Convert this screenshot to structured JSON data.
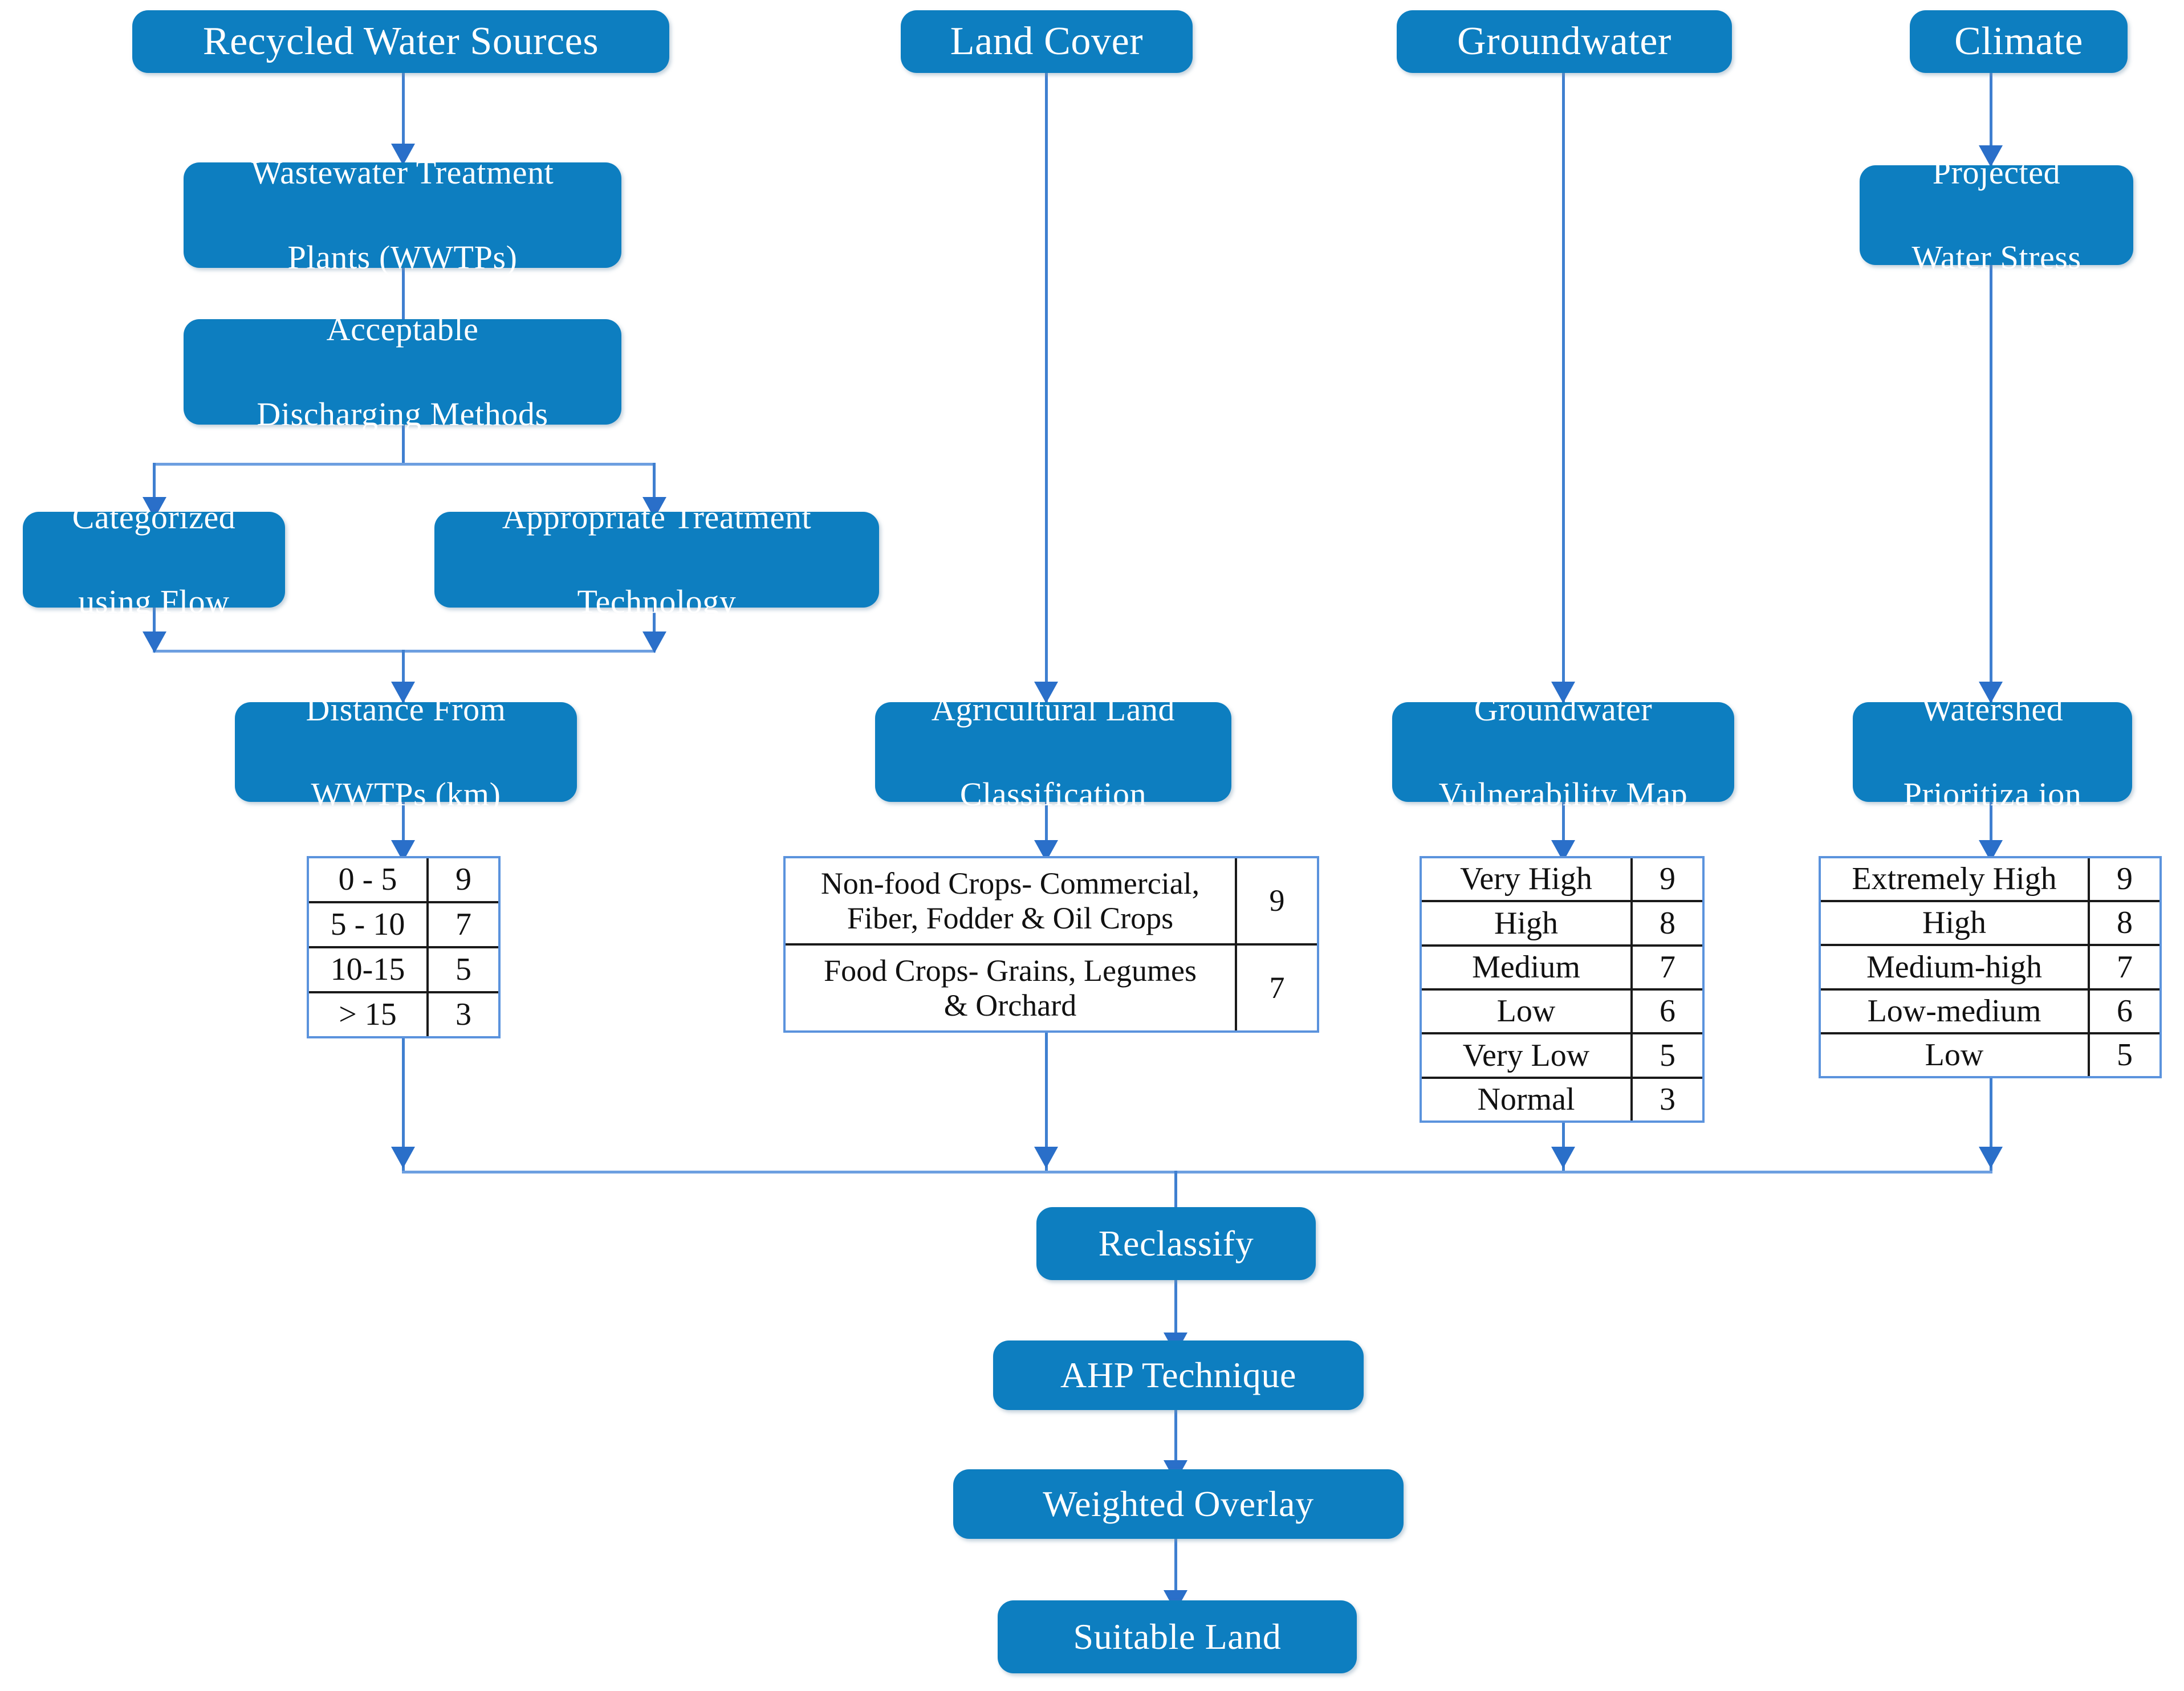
{
  "diagram": {
    "title": "Recycled Water Land Suitability Workflow",
    "colors": {
      "node_fill": "#0d7ec0",
      "node_text": "#ffffff",
      "connector": "#3f7fd0",
      "table_border": "#5b93dd",
      "table_rule": "#1a1a1a",
      "background": "#ffffff"
    }
  },
  "columns": {
    "recycled_water": {
      "header": "Recycled Water Sources",
      "nodes": [
        "Wastewater Treatment\nPlants (WWTPs)",
        "Acceptable\nDischarging  Methods",
        "Categorized\nusing  Flow",
        "Appropriate Treatment\nTechnology",
        "Distance  From\nWWTPs (km)"
      ]
    },
    "land_cover": {
      "header": "Land Cover",
      "nodes": [
        "Agricultural  Land\nClassification"
      ]
    },
    "groundwater": {
      "header": "Groundwater",
      "nodes": [
        "Groundwater\nVulnerability  Map"
      ]
    },
    "climate": {
      "header": "Climate",
      "nodes": [
        "Projected\nWater Stress",
        "Watershed\nPrioritiza ion"
      ]
    }
  },
  "boxes": {
    "recycled_water_sources": {
      "line1": "Recycled Water Sources"
    },
    "wwtp": {
      "line1": "Wastewater  Treatment",
      "line2": "Plants  (WWTPs)"
    },
    "discharging": {
      "line1": "Acceptable",
      "line2": "Discharging  Methods"
    },
    "categorized": {
      "line1": "Categorized",
      "line2": "using  Flow"
    },
    "treatment_tech": {
      "line1": "Appropriate Treatment",
      "line2": "Technology"
    },
    "distance": {
      "line1": "Distance  From",
      "line2": "WWTPs (km)"
    },
    "land_cover": {
      "line1": "Land Cover"
    },
    "agri_class": {
      "line1": "Agricultural  Land",
      "line2": "Classification"
    },
    "groundwater": {
      "line1": "Groundwater"
    },
    "gw_vuln": {
      "line1": "Groundwater",
      "line2": "Vulnerability  Map"
    },
    "climate": {
      "line1": "Climate"
    },
    "water_stress": {
      "line1": "Projected",
      "line2": "Water Stress"
    },
    "watershed": {
      "line1": "Watershed",
      "line2": "Prioritiza ion"
    },
    "reclassify": {
      "line1": "Reclassify"
    },
    "ahp": {
      "line1": "AHP Technique"
    },
    "weighted_overlay": {
      "line1": "Weighted  Overlay"
    },
    "suitable_land": {
      "line1": "Suitable  Land"
    }
  },
  "tables": {
    "distance_scores": {
      "caption": "Distance From WWTPs (km)",
      "rows": [
        {
          "label": "0 - 5",
          "score": "9"
        },
        {
          "label": "5 - 10",
          "score": "7"
        },
        {
          "label": "10-15",
          "score": "5"
        },
        {
          "label": "> 15",
          "score": "3"
        }
      ]
    },
    "agricultural_scores": {
      "caption": "Agricultural Land Classification",
      "rows": [
        {
          "label": "Non-food Crops- Commercial,\nFiber, Fodder & Oil Crops",
          "label_line1": "Non-food Crops- Commercial,",
          "label_line2": "Fiber, Fodder & Oil Crops",
          "score": "9"
        },
        {
          "label": "Food Crops- Grains, Legumes\n& Orchard",
          "label_line1": "Food Crops- Grains, Legumes",
          "label_line2": "& Orchard",
          "score": "7"
        }
      ]
    },
    "groundwater_scores": {
      "caption": "Groundwater Vulnerability Map",
      "rows": [
        {
          "label": "Very High",
          "score": "9"
        },
        {
          "label": "High",
          "score": "8"
        },
        {
          "label": "Medium",
          "score": "7"
        },
        {
          "label": "Low",
          "score": "6"
        },
        {
          "label": "Very Low",
          "score": "5"
        },
        {
          "label": "Normal",
          "score": "3"
        }
      ]
    },
    "watershed_scores": {
      "caption": "Watershed Prioritization",
      "rows": [
        {
          "label": "Extremely  High",
          "score": "9"
        },
        {
          "label": "High",
          "score": "8"
        },
        {
          "label": "Medium-high",
          "score": "7"
        },
        {
          "label": "Low-medium",
          "score": "6"
        },
        {
          "label": "Low",
          "score": "5"
        }
      ]
    }
  },
  "chart_data": {
    "type": "table",
    "title": "Suitability criteria reclassification scores",
    "criteria": [
      {
        "criterion": "Distance From WWTPs (km)",
        "categories": [
          "0 - 5",
          "5 - 10",
          "10-15",
          "> 15"
        ],
        "values": [
          9,
          7,
          5,
          3
        ]
      },
      {
        "criterion": "Agricultural Land Classification",
        "categories": [
          "Non-food Crops- Commercial, Fiber, Fodder & Oil Crops",
          "Food Crops- Grains, Legumes & Orchard"
        ],
        "values": [
          9,
          7
        ]
      },
      {
        "criterion": "Groundwater Vulnerability Map",
        "categories": [
          "Very High",
          "High",
          "Medium",
          "Low",
          "Very Low",
          "Normal"
        ],
        "values": [
          9,
          8,
          7,
          6,
          5,
          3
        ]
      },
      {
        "criterion": "Watershed Prioritization",
        "categories": [
          "Extremely High",
          "High",
          "Medium-high",
          "Low-medium",
          "Low"
        ],
        "values": [
          9,
          8,
          7,
          6,
          5
        ]
      }
    ]
  },
  "pipeline": {
    "steps": [
      "Reclassify",
      "AHP Technique",
      "Weighted  Overlay",
      "Suitable  Land"
    ]
  }
}
